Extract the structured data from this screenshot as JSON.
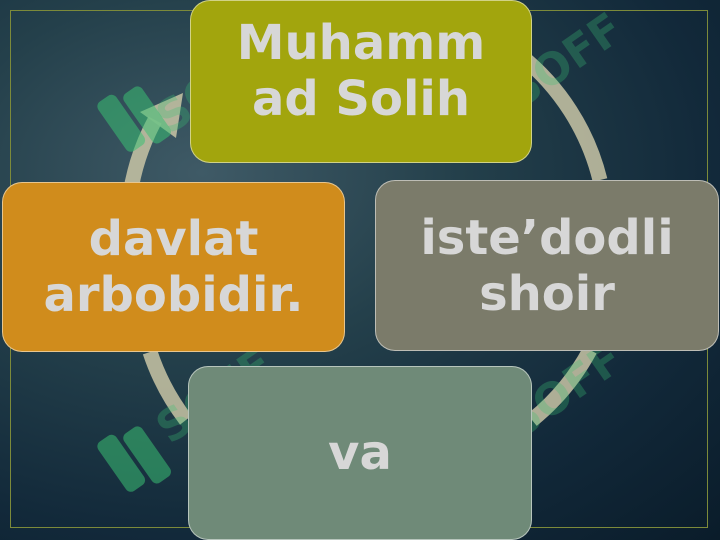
{
  "diagram": {
    "type": "cycle",
    "nodes": [
      {
        "id": "top",
        "text": "Muhamm\nad Solih",
        "color": "#a2a50d"
      },
      {
        "id": "right",
        "text": "iste’dodli\nshoir",
        "color": "#7b7b6a"
      },
      {
        "id": "bottom",
        "text": "va",
        "color": "#6f8a78"
      },
      {
        "id": "left",
        "text": "davlat\narbobidir.",
        "color": "#d08c1c"
      }
    ],
    "arrow_color": "#c9c6a6"
  },
  "watermark": {
    "text": "SOFF",
    "color": "#3bbf73"
  },
  "colors": {
    "background_dark": "#0a1c2a",
    "background_light": "#3f5a66",
    "frame": "#7c8a3a",
    "text": "#d7d7d7"
  }
}
